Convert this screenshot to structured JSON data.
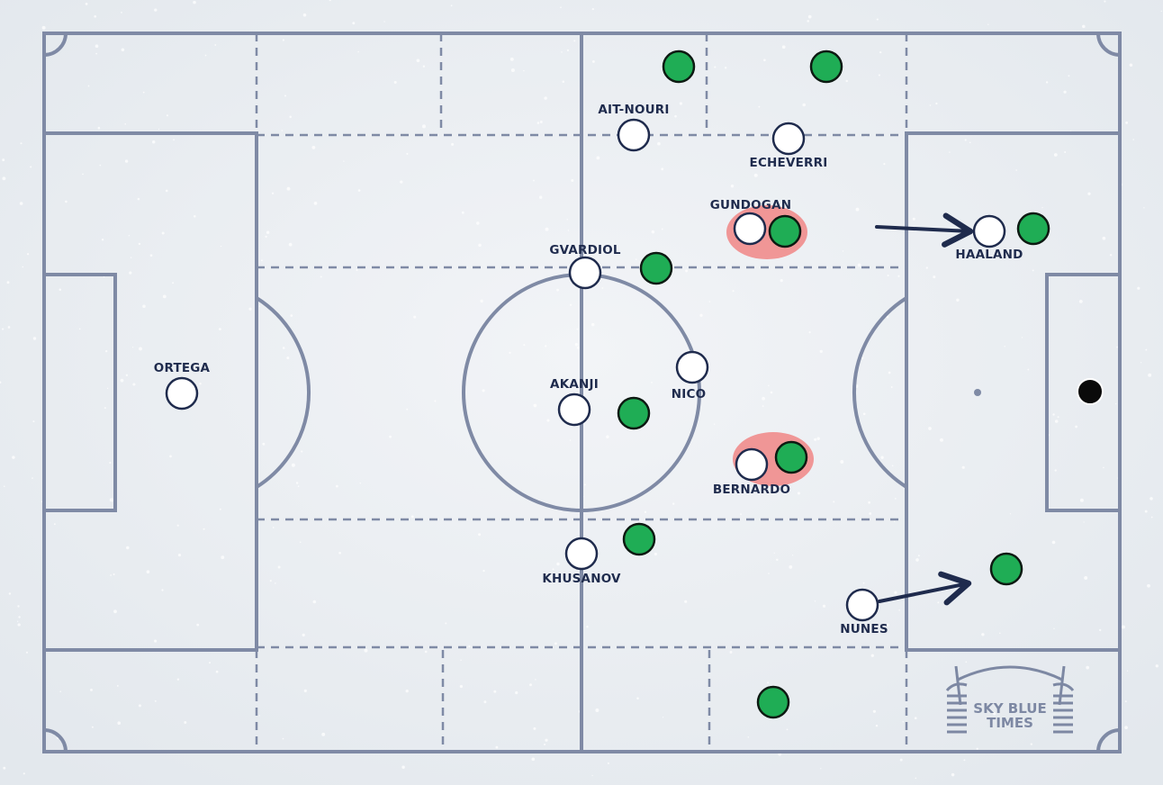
{
  "colors": {
    "pitch_lines": "#7f8aa5",
    "home_fill": "#ffffff",
    "home_stroke": "#1f2b4d",
    "away_fill": "#1fad55",
    "away_stroke": "#0d1a12",
    "ball": "#0a0a0a",
    "highlight": "#f08c8c",
    "arrow": "#1f2b4d",
    "label": "#1f2b4d"
  },
  "home_players": [
    {
      "label": "ORTEGA"
    },
    {
      "label": "AIT-NOURI"
    },
    {
      "label": "ECHEVERRI"
    },
    {
      "label": "GUNDOGAN"
    },
    {
      "label": "HAALAND"
    },
    {
      "label": "GVARDIOL"
    },
    {
      "label": "AKANJI"
    },
    {
      "label": "NICO"
    },
    {
      "label": "BERNARDO"
    },
    {
      "label": "KHUSANOV"
    },
    {
      "label": "NUNES"
    }
  ],
  "away_players": [
    {
      "id": 1
    },
    {
      "id": 2
    },
    {
      "id": 3
    },
    {
      "id": 4
    },
    {
      "id": 5
    },
    {
      "id": 6
    },
    {
      "id": 7
    },
    {
      "id": 8
    },
    {
      "id": 9
    },
    {
      "id": 10
    },
    {
      "id": 11
    }
  ],
  "highlights": [
    {
      "players": [
        "GUNDOGAN"
      ]
    },
    {
      "players": [
        "BERNARDO"
      ]
    }
  ],
  "arrows": [
    {
      "toward": "HAALAND"
    },
    {
      "from": "NUNES"
    }
  ],
  "logo": {
    "line1": "SKY BLUE",
    "line2": "TIMES",
    "icon": "stadium-icon"
  }
}
